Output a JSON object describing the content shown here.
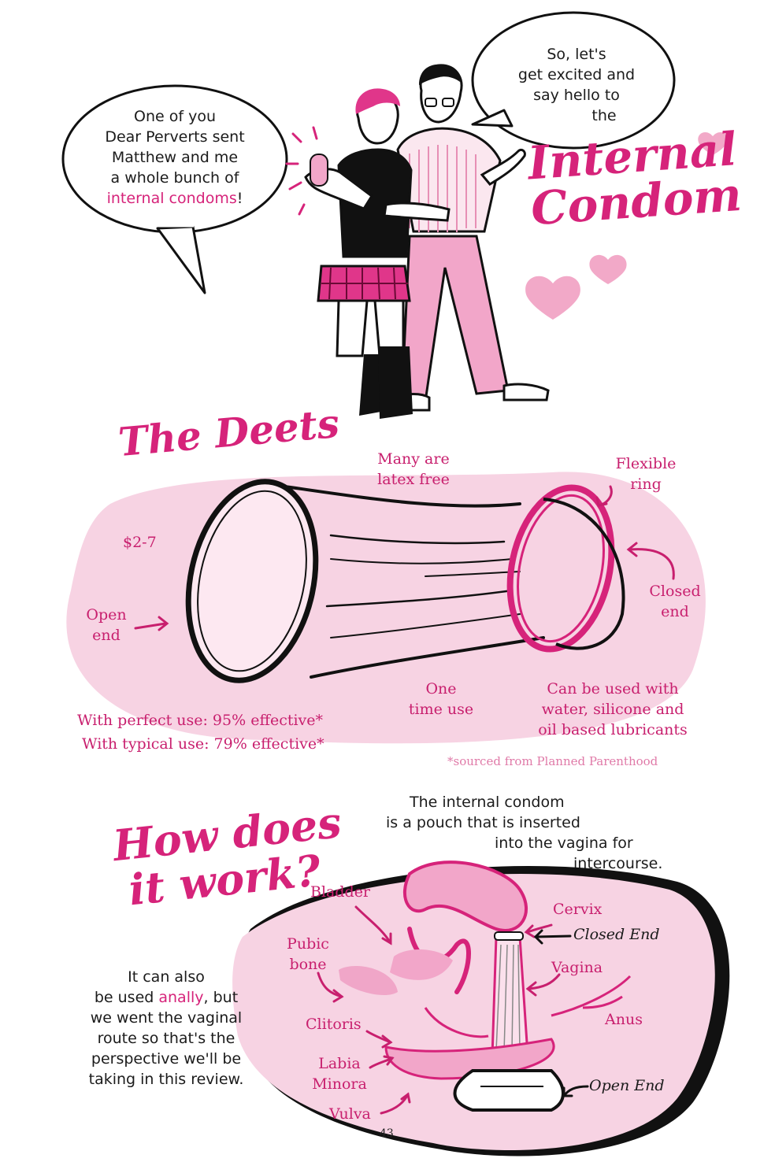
{
  "bubbles": {
    "left": {
      "line1": "One of you",
      "line2": "Dear Perverts sent",
      "line3": "Matthew and me",
      "line4": "a whole bunch of",
      "line5": "internal condoms",
      "line5_end": "!"
    },
    "right": {
      "line1": "So, let's",
      "line2": "get excited and",
      "line3": "say hello to",
      "line4": "the"
    }
  },
  "title": {
    "line1": "Internal",
    "line2": "Condom"
  },
  "deets": {
    "heading": "The Deets",
    "latex": [
      "Many are",
      "latex free"
    ],
    "ring": [
      "Flexible",
      "ring"
    ],
    "price": "$2-7",
    "open_end": [
      "Open",
      "end"
    ],
    "closed_end": [
      "Closed",
      "end"
    ],
    "one_time": [
      "One",
      "time use"
    ],
    "lubricants": [
      "Can be used with",
      "water, silicone and",
      "oil based lubricants"
    ],
    "perfect_use": "With perfect use: 95% effective*",
    "typical_use": "With typical use: 79% effective*",
    "source": "*sourced from Planned Parenthood"
  },
  "how": {
    "heading_line1": "How does",
    "heading_line2": "it work?",
    "description": [
      "The internal condom",
      "is a pouch that is inserted",
      "into the vagina for",
      "intercourse."
    ],
    "side_text": {
      "l1": "It can also",
      "l2_pre": "be used ",
      "l2_hl": "anally",
      "l2_post": ", but",
      "l3": "we went the vaginal",
      "l4": "route so that's the",
      "l5": "perspective we'll be",
      "l6": "taking in this review."
    },
    "labels": {
      "bladder": "Bladder",
      "cervix": "Cervix",
      "closed_end": "Closed End",
      "pubic_bone": [
        "Pubic",
        "bone"
      ],
      "vagina": "Vagina",
      "anus": "Anus",
      "clitoris": "Clitoris",
      "labia": [
        "Labia",
        "Minora"
      ],
      "vulva": "Vulva",
      "open_end": "Open End"
    }
  },
  "page_number": "43",
  "colors": {
    "accent": "#d6237a",
    "pink_light": "#f7d3e3",
    "pink_mid": "#f0a6c8"
  }
}
